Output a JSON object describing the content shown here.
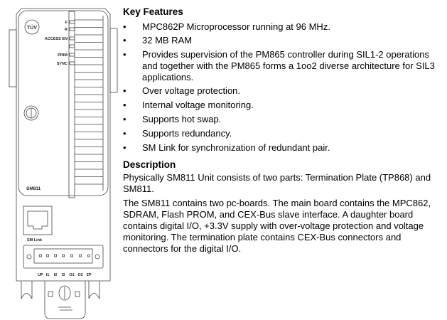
{
  "figure": {
    "logo": "TÜV",
    "leds": [
      "F",
      "R",
      "ACCESS EN",
      "PRIM",
      "SYNC"
    ],
    "model_label": "SM811",
    "port_label": "SM Link",
    "terminals": [
      "UP",
      "I1",
      "I2",
      "I3",
      "O1",
      "O2",
      "ZP"
    ]
  },
  "features": {
    "heading": "Key Features",
    "items": [
      "MPC862P Microprocessor running at 96 MHz.",
      "32 MB RAM",
      "Provides supervision of the PM865 controller during SIL1-2 operations and together with the PM865 forms a 1oo2 diverse architecture for SIL3 applications.",
      "Over voltage protection.",
      "Internal voltage monitoring.",
      "Supports hot swap.",
      "Supports redundancy.",
      "SM Link for synchronization of redundant pair."
    ]
  },
  "description": {
    "heading": "Description",
    "paragraphs": [
      "Physically SM811 Unit consists of two parts: Termination Plate (TP868) and SM811.",
      "The SM811 contains two pc-boards. The main board contains the MPC862, SDRAM, Flash PROM, and CEX-Bus slave interface. A daughter board contains digital I/O, +3.3V supply with over-voltage protection and voltage monitoring. The termination plate contains CEX-Bus connectors and connectors for the digital I/O."
    ]
  }
}
